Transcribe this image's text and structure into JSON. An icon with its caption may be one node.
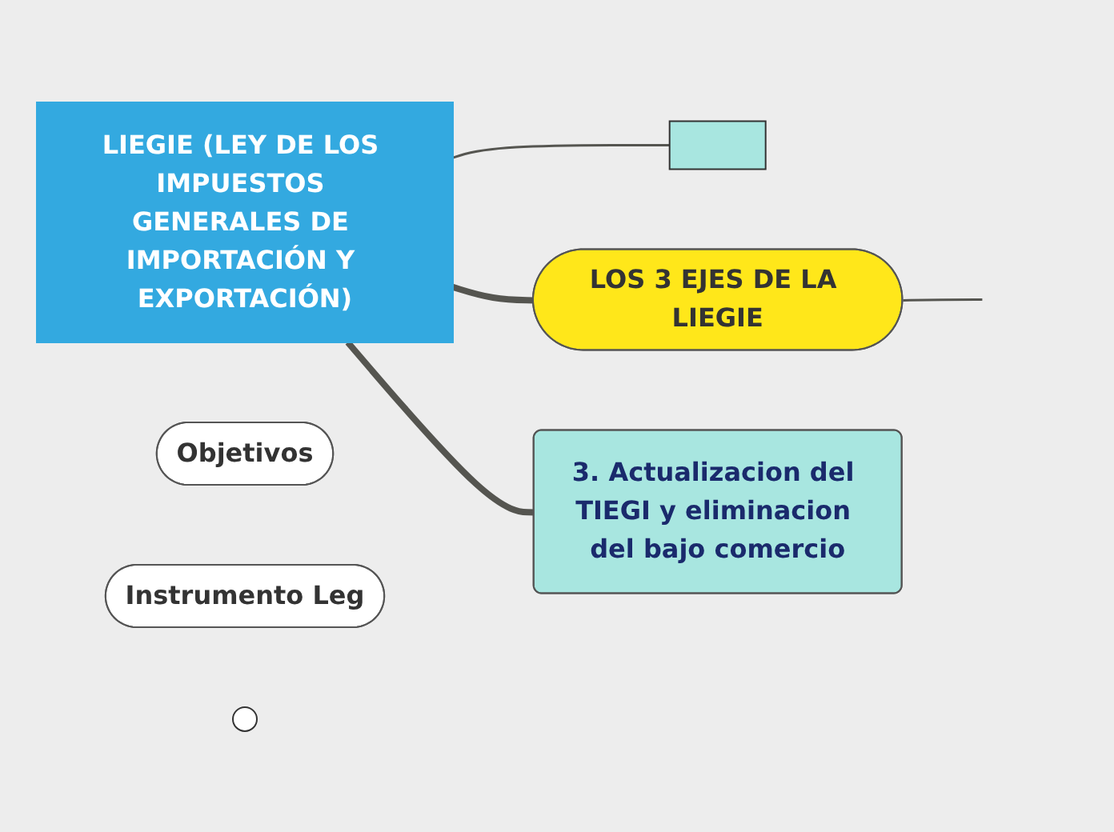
{
  "diagram": {
    "nodes": [
      {
        "text": [
          "LIEGIE (LEY DE LOS IMPUESTOS GENERALES DE IMPORTACIÓN Y EXPORTACIÓN)"
        ]
      },
      {
        "text": [],
        "shape": "box"
      },
      {
        "text": [
          "LOS 3 EJES DE LA LIEGIE"
        ]
      },
      {
        "text": [
          "Objetivos"
        ]
      },
      {
        "text": [
          "Instrumento Leg"
        ]
      },
      {
        "text": [
          "3. Actualizacion del TIEGI y eliminacion del bajo comercio"
        ]
      },
      {
        "text": [],
        "shape": "circle"
      }
    ],
    "edges": [
      {
        "from": 0,
        "to": 1,
        "arrow": "none"
      },
      {
        "from": 0,
        "to": 2,
        "arrow": "none",
        "style": "thick"
      },
      {
        "from": 2,
        "to": null,
        "arrow": "none"
      },
      {
        "from": 0,
        "to": 5,
        "arrow": "none",
        "style": "thick"
      }
    ]
  }
}
